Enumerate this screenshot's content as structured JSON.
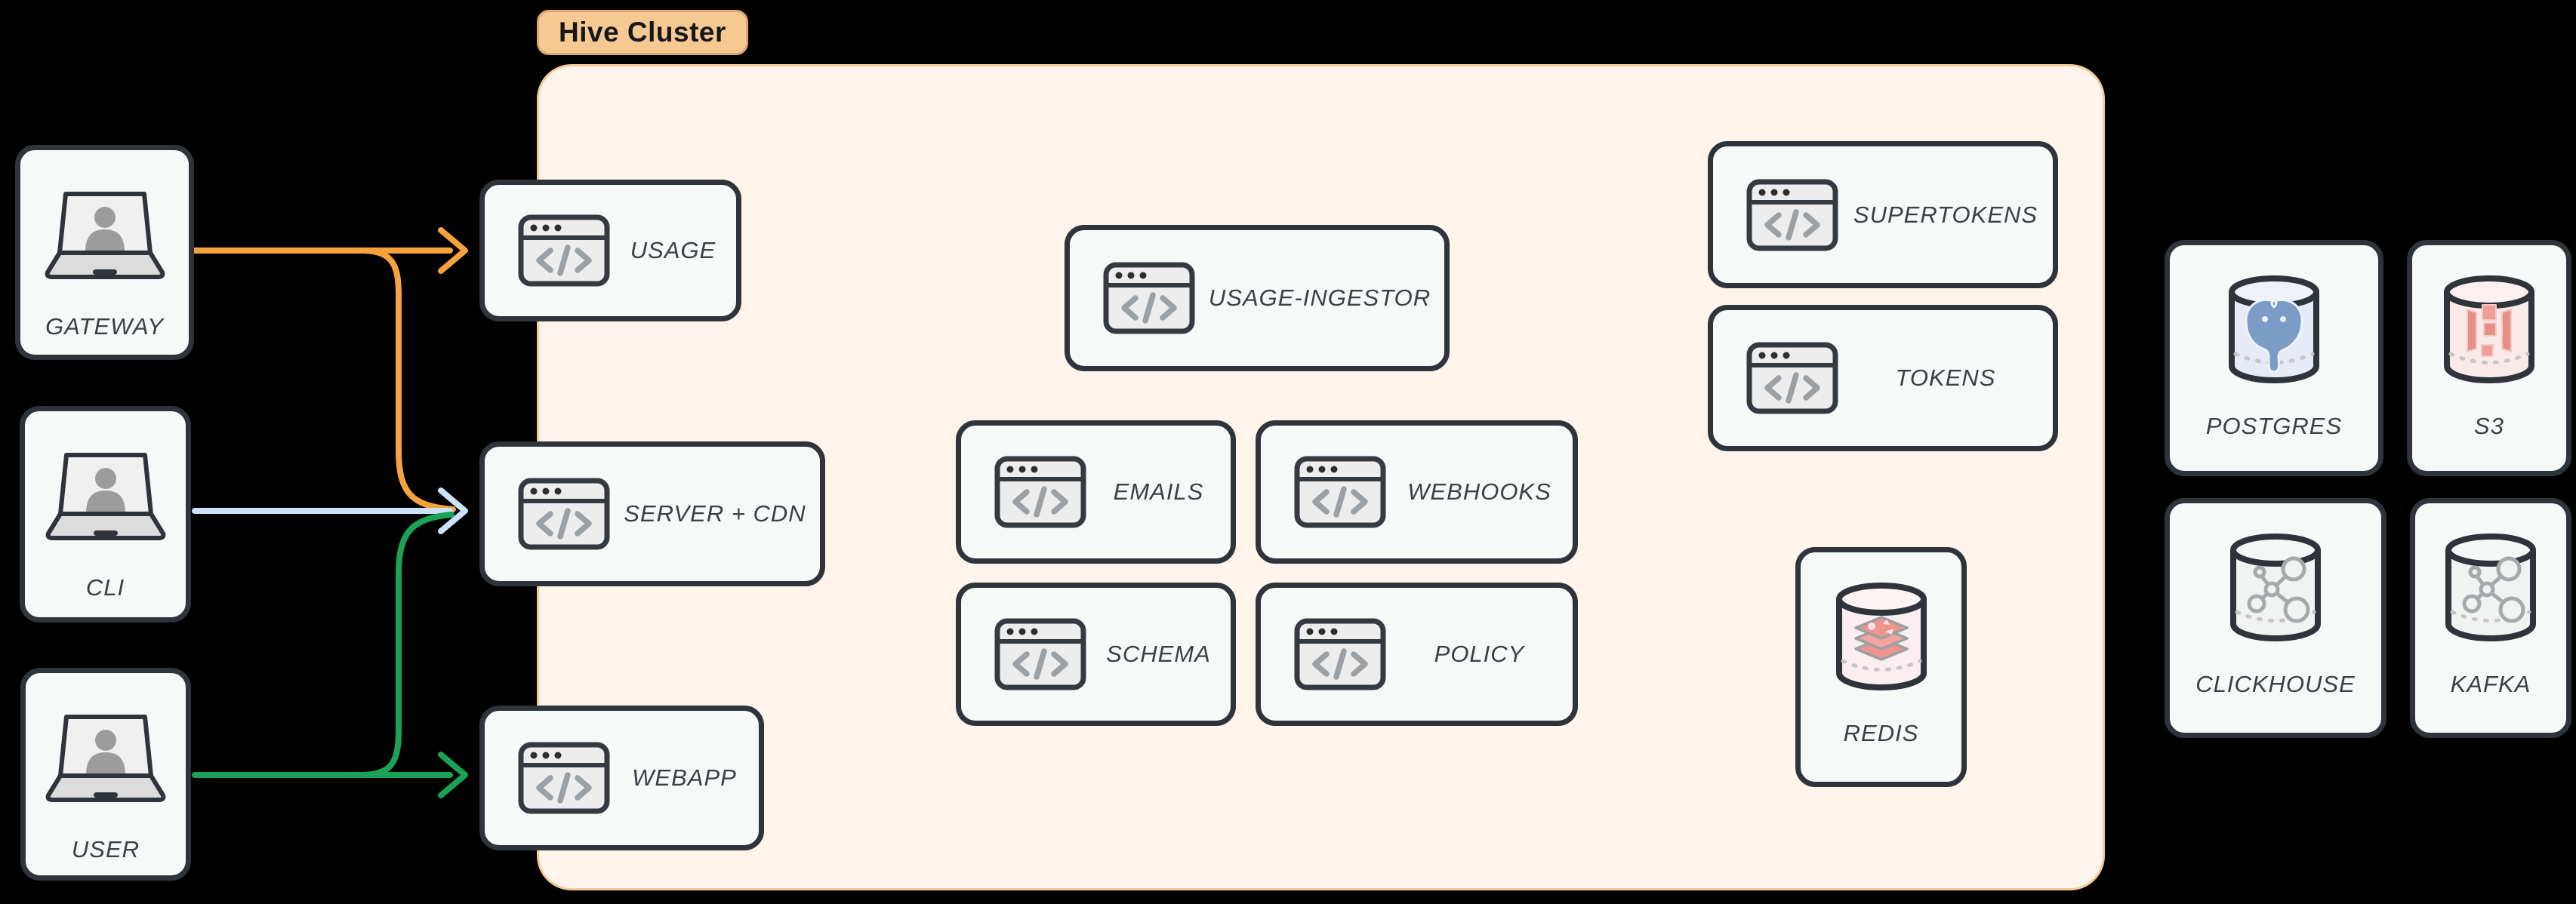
{
  "diagram": {
    "title_badge": "Hive Cluster",
    "background_color": "#000000",
    "cluster": {
      "label": "Hive Cluster",
      "fill": "#fdf4ec",
      "border_color": "#f4c995",
      "badge_fill": "#f7c992"
    },
    "nodes": [
      {
        "id": "gateway",
        "label": "GATEWAY",
        "icon": "laptop-user-icon",
        "zone": "external-left"
      },
      {
        "id": "cli",
        "label": "CLI",
        "icon": "laptop-user-icon",
        "zone": "external-left"
      },
      {
        "id": "user",
        "label": "USER",
        "icon": "laptop-user-icon",
        "zone": "external-left"
      },
      {
        "id": "usage",
        "label": "USAGE",
        "icon": "browser-code-icon",
        "zone": "hive-cluster"
      },
      {
        "id": "server-cdn",
        "label": "SERVER + CDN",
        "icon": "browser-code-icon",
        "zone": "hive-cluster"
      },
      {
        "id": "webapp",
        "label": "WEBAPP",
        "icon": "browser-code-icon",
        "zone": "hive-cluster"
      },
      {
        "id": "usage-ingestor",
        "label": "USAGE-INGESTOR",
        "icon": "browser-code-icon",
        "zone": "hive-cluster"
      },
      {
        "id": "emails",
        "label": "EMAILS",
        "icon": "browser-code-icon",
        "zone": "hive-cluster"
      },
      {
        "id": "webhooks",
        "label": "WEBHOOKS",
        "icon": "browser-code-icon",
        "zone": "hive-cluster"
      },
      {
        "id": "schema",
        "label": "SCHEMA",
        "icon": "browser-code-icon",
        "zone": "hive-cluster"
      },
      {
        "id": "policy",
        "label": "POLICY",
        "icon": "browser-code-icon",
        "zone": "hive-cluster"
      },
      {
        "id": "supertokens",
        "label": "SUPERTOKENS",
        "icon": "browser-code-icon",
        "zone": "hive-cluster"
      },
      {
        "id": "tokens",
        "label": "TOKENS",
        "icon": "browser-code-icon",
        "zone": "hive-cluster"
      },
      {
        "id": "redis",
        "label": "REDIS",
        "icon": "database-redis-icon",
        "zone": "hive-cluster"
      },
      {
        "id": "postgres",
        "label": "POSTGRES",
        "icon": "database-postgres-icon",
        "zone": "external-right"
      },
      {
        "id": "s3",
        "label": "S3",
        "icon": "database-s3-icon",
        "zone": "external-right"
      },
      {
        "id": "clickhouse",
        "label": "CLICKHOUSE",
        "icon": "database-graph-icon",
        "zone": "external-right"
      },
      {
        "id": "kafka",
        "label": "KAFKA",
        "icon": "database-graph-icon",
        "zone": "external-right"
      }
    ],
    "edges": [
      {
        "id": "gateway-usage",
        "from": "GATEWAY",
        "to": "USAGE",
        "color": "#f8a23a"
      },
      {
        "id": "gateway-server-cdn",
        "from": "GATEWAY",
        "to": "SERVER + CDN",
        "color": "#f8a23a"
      },
      {
        "id": "cli-server-cdn",
        "from": "CLI",
        "to": "SERVER + CDN",
        "color": "#cbe2f8"
      },
      {
        "id": "user-server-cdn",
        "from": "USER",
        "to": "SERVER + CDN",
        "color": "#18a356"
      },
      {
        "id": "user-webapp",
        "from": "USER",
        "to": "WEBAPP",
        "color": "#18a356"
      }
    ]
  }
}
